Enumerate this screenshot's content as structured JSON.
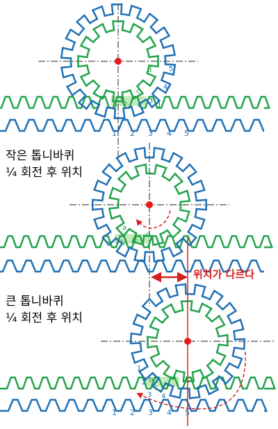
{
  "colors": {
    "large_gear": "#1f6fb4",
    "small_gear": "#21a24a",
    "center": "#e31b1b",
    "accent": "#d32020",
    "highlight": "#b6e3ad",
    "axis": "#222222"
  },
  "captions": {
    "small_quarter_line1": "작은 톱니바퀴",
    "small_quarter_line2": "¼ 회전 후 위치",
    "large_quarter_line1": "큰 톱니바퀴",
    "large_quarter_line2": "¼ 회전 후 위치"
  },
  "annotation": {
    "position_differs": "위치가 다르다"
  },
  "tooth_labels": {
    "small_gear": [
      "a",
      "b",
      "c",
      "d"
    ],
    "large_gear": [
      "1",
      "2",
      "3",
      "4",
      "5"
    ]
  }
}
